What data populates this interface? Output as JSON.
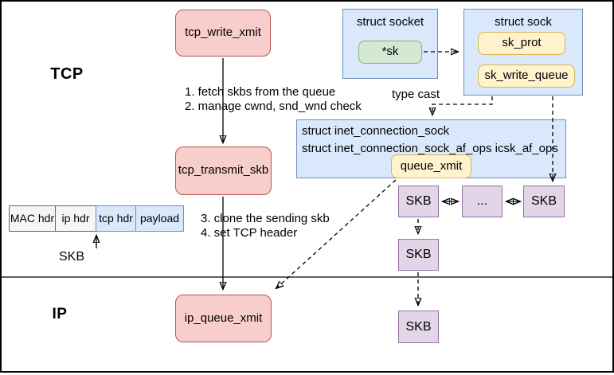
{
  "layers": {
    "tcp": "TCP",
    "ip": "IP"
  },
  "nodes": {
    "tcp_write_xmit": "tcp_write_xmit",
    "tcp_transmit_skb": "tcp_transmit_skb",
    "ip_queue_xmit": "ip_queue_xmit",
    "struct_socket_title": "struct socket",
    "sk_pointer": "*sk",
    "struct_sock_title": "struct sock",
    "sk_prot": "sk_prot",
    "sk_write_queue": "sk_write_queue",
    "inet_line1": "struct inet_connection_sock",
    "inet_line2": "struct inet_connection_sock_af_ops icsk_af_ops",
    "queue_xmit": "queue_xmit",
    "skb": "SKB",
    "skb_ellipsis": "..."
  },
  "packet": {
    "segments": [
      {
        "label": "MAC hdr",
        "style": "gray"
      },
      {
        "label": "ip hdr",
        "style": "gray"
      },
      {
        "label": "tcp hdr",
        "style": "blue"
      },
      {
        "label": "payload",
        "style": "blue"
      }
    ],
    "skb_label": "SKB"
  },
  "annotations": {
    "step1": "1. fetch skbs from the queue",
    "step2": "2. manage cwnd, snd_wnd check",
    "step3": "3. clone the sending skb",
    "step4": "4. set TCP header",
    "type_cast": "type cast"
  },
  "colors": {
    "function_fill": "#f8cecc",
    "function_stroke": "#b85450",
    "struct_fill": "#dae8fc",
    "struct_stroke": "#6c8ebf",
    "pointer_fill": "#d5e8d4",
    "pointer_stroke": "#82b366",
    "field_fill": "#fff2cc",
    "field_stroke": "#d6b656",
    "skb_fill": "#e1d5e7",
    "skb_stroke": "#9673a6",
    "header_fill": "#f5f5f5",
    "header_stroke": "#666666",
    "line": "#000000"
  }
}
